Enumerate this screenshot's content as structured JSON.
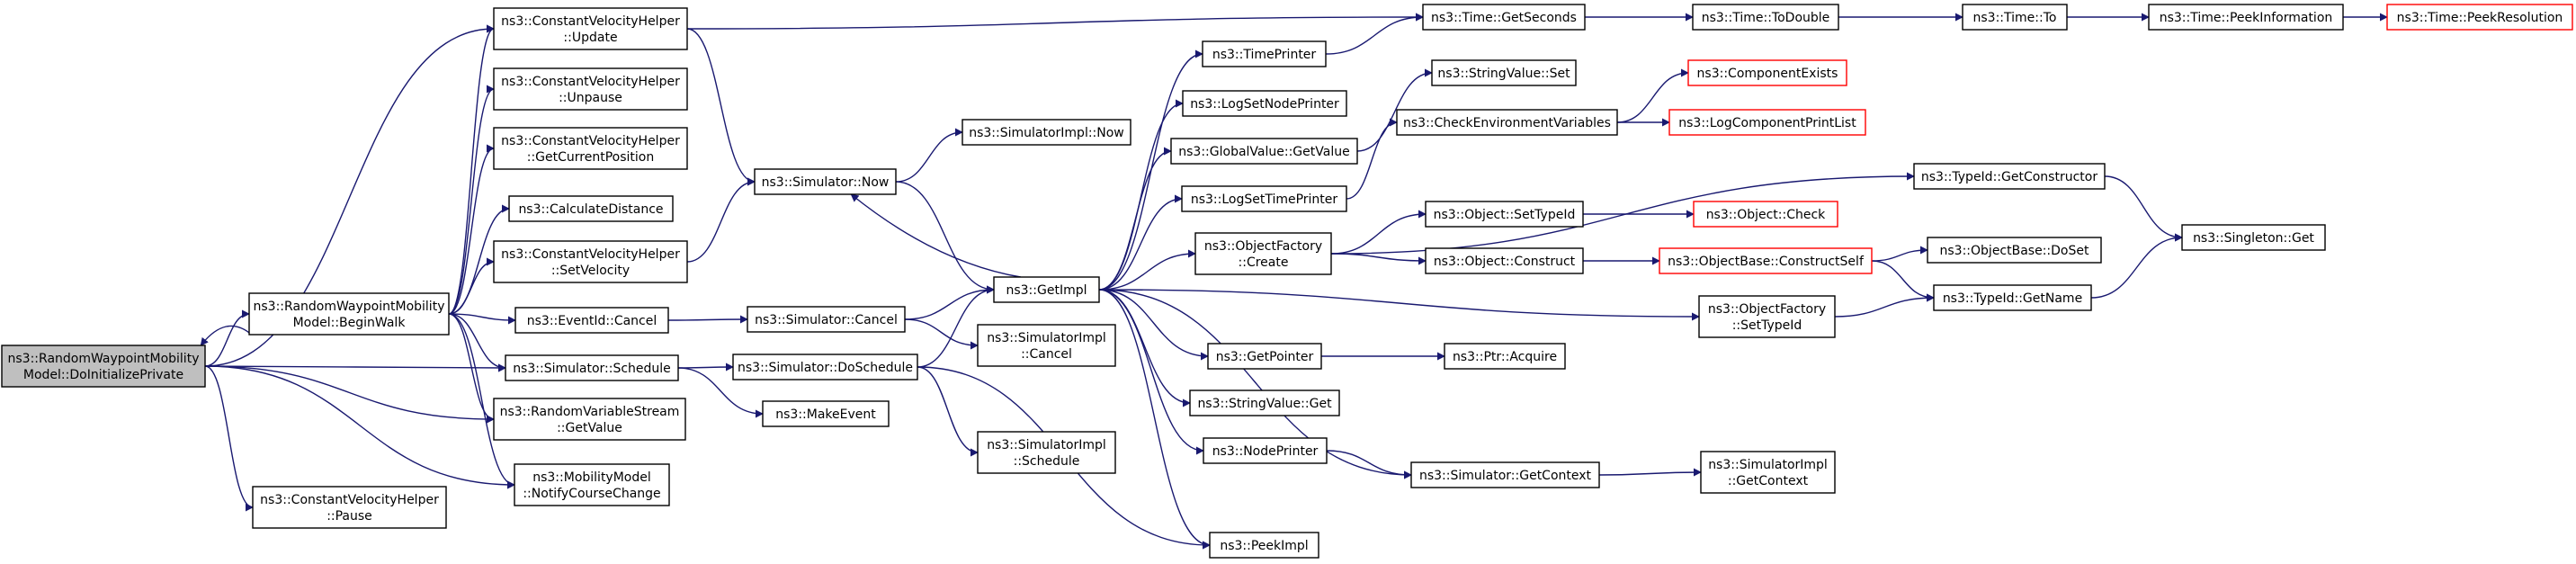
{
  "colors": {
    "edge": "#191970",
    "node_border": "#000000",
    "root_fill": "#bfbfbf",
    "truncated_border": "#ff0000",
    "node_fill": "#ffffff"
  },
  "nodes": [
    {
      "id": "root",
      "lines": [
        "ns3::RandomWaypointMobility",
        "Model::DoInitializePrivate"
      ],
      "root": true
    },
    {
      "id": "beginwalk",
      "lines": [
        "ns3::RandomWaypointMobility",
        "Model::BeginWalk"
      ]
    },
    {
      "id": "cvh_pause",
      "lines": [
        "ns3::ConstantVelocityHelper",
        "::Pause"
      ]
    },
    {
      "id": "cvh_update",
      "lines": [
        "ns3::ConstantVelocityHelper",
        "::Update"
      ]
    },
    {
      "id": "cvh_unpause",
      "lines": [
        "ns3::ConstantVelocityHelper",
        "::Unpause"
      ]
    },
    {
      "id": "cvh_getpos",
      "lines": [
        "ns3::ConstantVelocityHelper",
        "::GetCurrentPosition"
      ]
    },
    {
      "id": "calcdist",
      "lines": [
        "ns3::CalculateDistance"
      ]
    },
    {
      "id": "cvh_setvel",
      "lines": [
        "ns3::ConstantVelocityHelper",
        "::SetVelocity"
      ]
    },
    {
      "id": "eventid_cancel",
      "lines": [
        "ns3::EventId::Cancel"
      ]
    },
    {
      "id": "sim_schedule",
      "lines": [
        "ns3::Simulator::Schedule"
      ]
    },
    {
      "id": "rvs_getvalue",
      "lines": [
        "ns3::RandomVariableStream",
        "::GetValue"
      ]
    },
    {
      "id": "mm_notify",
      "lines": [
        "ns3::MobilityModel",
        "::NotifyCourseChange"
      ]
    },
    {
      "id": "sim_now",
      "lines": [
        "ns3::Simulator::Now"
      ]
    },
    {
      "id": "sim_cancel",
      "lines": [
        "ns3::Simulator::Cancel"
      ]
    },
    {
      "id": "sim_doschedule",
      "lines": [
        "ns3::Simulator::DoSchedule"
      ]
    },
    {
      "id": "makeevent",
      "lines": [
        "ns3::MakeEvent"
      ]
    },
    {
      "id": "simimpl_now",
      "lines": [
        "ns3::SimulatorImpl::Now"
      ]
    },
    {
      "id": "getimpl",
      "lines": [
        "ns3::GetImpl"
      ]
    },
    {
      "id": "simimpl_cancel",
      "lines": [
        "ns3::SimulatorImpl",
        "::Cancel"
      ]
    },
    {
      "id": "simimpl_schedule",
      "lines": [
        "ns3::SimulatorImpl",
        "::Schedule"
      ]
    },
    {
      "id": "timeprinter",
      "lines": [
        "ns3::TimePrinter"
      ]
    },
    {
      "id": "logsetnodeprinter",
      "lines": [
        "ns3::LogSetNodePrinter"
      ]
    },
    {
      "id": "gv_getvalue",
      "lines": [
        "ns3::GlobalValue::GetValue"
      ]
    },
    {
      "id": "logsettimeprinter",
      "lines": [
        "ns3::LogSetTimePrinter"
      ]
    },
    {
      "id": "of_create",
      "lines": [
        "ns3::ObjectFactory",
        "::Create"
      ]
    },
    {
      "id": "getpointer",
      "lines": [
        "ns3::GetPointer"
      ]
    },
    {
      "id": "stringvalue_get",
      "lines": [
        "ns3::StringValue::Get"
      ]
    },
    {
      "id": "nodeprinter",
      "lines": [
        "ns3::NodePrinter"
      ]
    },
    {
      "id": "peekimpl",
      "lines": [
        "ns3::PeekImpl"
      ]
    },
    {
      "id": "time_getseconds",
      "lines": [
        "ns3::Time::GetSeconds"
      ]
    },
    {
      "id": "stringvalue_set",
      "lines": [
        "ns3::StringValue::Set"
      ]
    },
    {
      "id": "checkenv",
      "lines": [
        "ns3::CheckEnvironmentVariables"
      ]
    },
    {
      "id": "object_settypeid",
      "lines": [
        "ns3::Object::SetTypeId"
      ]
    },
    {
      "id": "object_construct",
      "lines": [
        "ns3::Object::Construct"
      ]
    },
    {
      "id": "ptr_acquire",
      "lines": [
        "ns3::Ptr::Acquire"
      ]
    },
    {
      "id": "sim_getcontext",
      "lines": [
        "ns3::Simulator::GetContext"
      ]
    },
    {
      "id": "time_todouble",
      "lines": [
        "ns3::Time::ToDouble"
      ]
    },
    {
      "id": "componentexists",
      "lines": [
        "ns3::ComponentExists"
      ],
      "truncated": true
    },
    {
      "id": "logcomponentprintlist",
      "lines": [
        "ns3::LogComponentPrintList"
      ],
      "truncated": true
    },
    {
      "id": "object_check",
      "lines": [
        "ns3::Object::Check"
      ],
      "truncated": true
    },
    {
      "id": "objectbase_constructself",
      "lines": [
        "ns3::ObjectBase::ConstructSelf"
      ],
      "truncated": true
    },
    {
      "id": "of_settypeid",
      "lines": [
        "ns3::ObjectFactory",
        "::SetTypeId"
      ]
    },
    {
      "id": "simimpl_getcontext",
      "lines": [
        "ns3::SimulatorImpl",
        "::GetContext"
      ]
    },
    {
      "id": "time_to",
      "lines": [
        "ns3::Time::To"
      ]
    },
    {
      "id": "typeid_getconstructor",
      "lines": [
        "ns3::TypeId::GetConstructor"
      ]
    },
    {
      "id": "objectbase_doset",
      "lines": [
        "ns3::ObjectBase::DoSet"
      ]
    },
    {
      "id": "typeid_getname",
      "lines": [
        "ns3::TypeId::GetName"
      ]
    },
    {
      "id": "time_peekinformation",
      "lines": [
        "ns3::Time::PeekInformation"
      ]
    },
    {
      "id": "singleton_get",
      "lines": [
        "ns3::Singleton::Get"
      ]
    },
    {
      "id": "time_peekresolution",
      "lines": [
        "ns3::Time::PeekResolution"
      ],
      "truncated": true
    }
  ],
  "edges": [
    [
      "root",
      "beginwalk"
    ],
    [
      "root",
      "cvh_pause"
    ],
    [
      "root",
      "cvh_update"
    ],
    [
      "root",
      "sim_schedule"
    ],
    [
      "root",
      "rvs_getvalue"
    ],
    [
      "root",
      "mm_notify"
    ],
    [
      "beginwalk",
      "root"
    ],
    [
      "beginwalk",
      "cvh_update"
    ],
    [
      "beginwalk",
      "cvh_unpause"
    ],
    [
      "beginwalk",
      "cvh_getpos"
    ],
    [
      "beginwalk",
      "calcdist"
    ],
    [
      "beginwalk",
      "cvh_setvel"
    ],
    [
      "beginwalk",
      "eventid_cancel"
    ],
    [
      "beginwalk",
      "sim_schedule"
    ],
    [
      "beginwalk",
      "rvs_getvalue"
    ],
    [
      "beginwalk",
      "mm_notify"
    ],
    [
      "cvh_update",
      "time_getseconds"
    ],
    [
      "cvh_update",
      "sim_now"
    ],
    [
      "cvh_setvel",
      "sim_now"
    ],
    [
      "eventid_cancel",
      "sim_cancel"
    ],
    [
      "sim_schedule",
      "sim_doschedule"
    ],
    [
      "sim_schedule",
      "makeevent"
    ],
    [
      "sim_now",
      "simimpl_now"
    ],
    [
      "sim_now",
      "getimpl"
    ],
    [
      "sim_cancel",
      "getimpl"
    ],
    [
      "sim_cancel",
      "simimpl_cancel"
    ],
    [
      "sim_doschedule",
      "getimpl"
    ],
    [
      "sim_doschedule",
      "simimpl_schedule"
    ],
    [
      "sim_doschedule",
      "peekimpl"
    ],
    [
      "getimpl",
      "sim_now"
    ],
    [
      "getimpl",
      "timeprinter"
    ],
    [
      "getimpl",
      "logsetnodeprinter"
    ],
    [
      "getimpl",
      "gv_getvalue"
    ],
    [
      "getimpl",
      "logsettimeprinter"
    ],
    [
      "getimpl",
      "of_create"
    ],
    [
      "getimpl",
      "of_settypeid"
    ],
    [
      "getimpl",
      "getpointer"
    ],
    [
      "getimpl",
      "stringvalue_get"
    ],
    [
      "getimpl",
      "nodeprinter"
    ],
    [
      "getimpl",
      "peekimpl"
    ],
    [
      "getimpl",
      "sim_getcontext"
    ],
    [
      "timeprinter",
      "time_getseconds"
    ],
    [
      "gv_getvalue",
      "stringvalue_set"
    ],
    [
      "logsettimeprinter",
      "checkenv"
    ],
    [
      "of_create",
      "typeid_getconstructor"
    ],
    [
      "of_create",
      "object_settypeid"
    ],
    [
      "of_create",
      "object_construct"
    ],
    [
      "checkenv",
      "componentexists"
    ],
    [
      "checkenv",
      "logcomponentprintlist"
    ],
    [
      "object_settypeid",
      "object_check"
    ],
    [
      "object_construct",
      "objectbase_constructself"
    ],
    [
      "objectbase_constructself",
      "objectbase_doset"
    ],
    [
      "objectbase_constructself",
      "typeid_getname"
    ],
    [
      "of_settypeid",
      "typeid_getname"
    ],
    [
      "getpointer",
      "ptr_acquire"
    ],
    [
      "nodeprinter",
      "sim_getcontext"
    ],
    [
      "sim_getcontext",
      "simimpl_getcontext"
    ],
    [
      "time_getseconds",
      "time_todouble"
    ],
    [
      "time_todouble",
      "time_to"
    ],
    [
      "time_to",
      "time_peekinformation"
    ],
    [
      "time_peekinformation",
      "time_peekresolution"
    ],
    [
      "typeid_getconstructor",
      "singleton_get"
    ],
    [
      "typeid_getname",
      "singleton_get"
    ]
  ]
}
